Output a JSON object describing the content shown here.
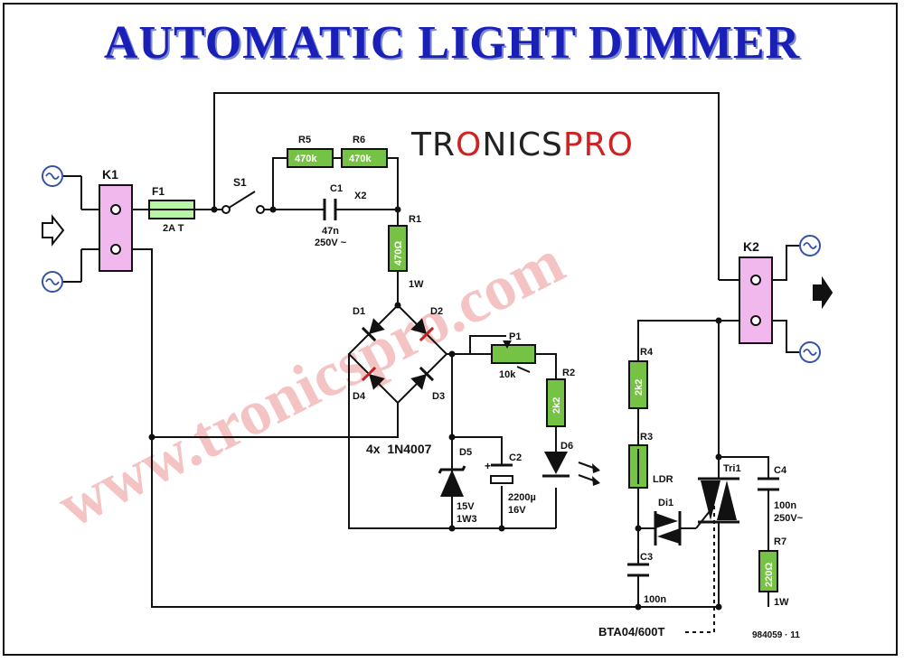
{
  "title": "AUTOMATIC LIGHT DIMMER",
  "logo": {
    "part1": "TR",
    "chip": "O",
    "part2": "NICS",
    "part3": "PRO"
  },
  "watermark_1": "www.tronicspro.com",
  "labels": {
    "k1": "K1",
    "k2": "K2",
    "f1": "F1",
    "f1_val": "2A T",
    "s1": "S1",
    "r5": "R5",
    "r5_val": "470k",
    "r6": "R6",
    "r6_val": "470k",
    "c1": "C1",
    "x2": "X2",
    "c1_val1": "47n",
    "c1_val2": "250V ~",
    "r1": "R1",
    "r1_val": "470Ω",
    "r1_w": "1W",
    "d1": "D1",
    "d2": "D2",
    "d3": "D3",
    "d4": "D4",
    "bridge": "4x  1N4007",
    "p1": "P1",
    "p1_val": "10k",
    "r2": "R2",
    "r2_val": "2k2",
    "d5": "D5",
    "d5_val1": "15V",
    "d5_val2": "1W3",
    "c2": "C2",
    "c2_val1": "2200µ",
    "c2_val2": "16V",
    "d6": "D6",
    "r4": "R4",
    "r4_val": "2k2",
    "r3": "R3",
    "ldr": "LDR",
    "di1": "Di1",
    "tri1": "Tri1",
    "c3": "C3",
    "c3_val": "100n",
    "c4": "C4",
    "c4_val1": "100n",
    "c4_val2": "250V~",
    "r7": "R7",
    "r7_val": "220Ω",
    "r7_w": "1W",
    "triac_part": "BTA04/600T",
    "code": "984059 · 11"
  }
}
